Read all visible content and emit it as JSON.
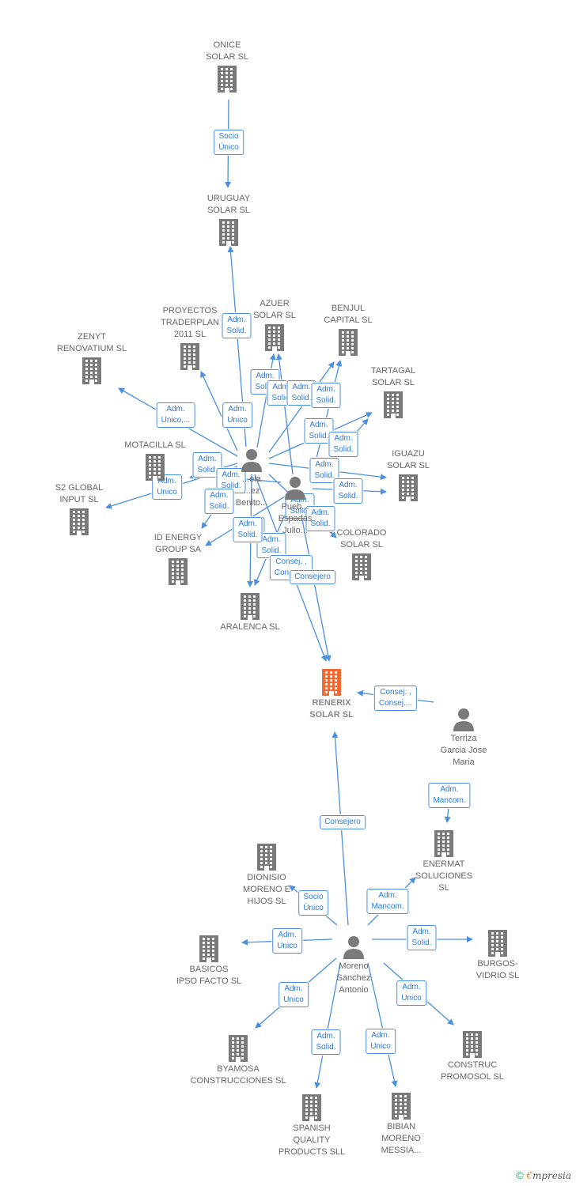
{
  "colors": {
    "edge": "#4a8fe0",
    "building": "#7a7a7a",
    "main_building": "#f06a35",
    "person": "#7a7a7a"
  },
  "nodes": [
    {
      "id": "onice",
      "label": "ONICE\nSOLAR  SL",
      "icon": "building"
    },
    {
      "id": "uruguay",
      "label": "URUGUAY\nSOLAR SL",
      "icon": "building"
    },
    {
      "id": "proyectos",
      "label": "PROYECTOS\nTRADERPLAN\n2011 SL",
      "icon": "building"
    },
    {
      "id": "azuer",
      "label": "AZUER\nSOLAR  SL",
      "icon": "building"
    },
    {
      "id": "benjul",
      "label": "BENJUL\nCAPITAL  SL",
      "icon": "building"
    },
    {
      "id": "zenyt",
      "label": "ZENYT\nRENOVATIUM SL",
      "icon": "building"
    },
    {
      "id": "tartagal",
      "label": "TARTAGAL\nSOLAR  SL",
      "icon": "building"
    },
    {
      "id": "motacilla",
      "label": "MOTACILLA SL",
      "icon": "building"
    },
    {
      "id": "iguazu",
      "label": "IGUAZU\nSOLAR  SL",
      "icon": "building"
    },
    {
      "id": "s2global",
      "label": "S2 GLOBAL\nINPUT  SL",
      "icon": "building"
    },
    {
      "id": "idenergy",
      "label": "ID ENERGY\nGROUP SA",
      "icon": "building"
    },
    {
      "id": "colorado",
      "label": "COLORADO\nSOLAR  SL",
      "icon": "building"
    },
    {
      "id": "aralenca",
      "label": "ARALENCA SL",
      "icon": "building"
    },
    {
      "id": "renerix",
      "label": "RENERIX\nSOLAR  SL",
      "icon": "building-main"
    },
    {
      "id": "terriza",
      "label": "Terriza\nGarcia Jose\nMaria",
      "icon": "person"
    },
    {
      "id": "enermat",
      "label": "ENERMAT\nSOLUCIONES\nSL",
      "icon": "building"
    },
    {
      "id": "dionisio",
      "label": "DIONISIO\nMORENO E\nHIJOS SL",
      "icon": "building"
    },
    {
      "id": "basicos",
      "label": "BASICOS\nIPSO FACTO SL",
      "icon": "building"
    },
    {
      "id": "moreno",
      "label": "Moreno\nSanchez\nAntonio",
      "icon": "person"
    },
    {
      "id": "burgos",
      "label": "BURGOS-\nVIDRIO  SL",
      "icon": "building"
    },
    {
      "id": "byamosa",
      "label": "BYAMOSA\nCONSTRUCCIONES SL",
      "icon": "building"
    },
    {
      "id": "construc",
      "label": "CONSTRUC\nPROMOSOL SL",
      "icon": "building"
    },
    {
      "id": "spanish",
      "label": "SPANISH\nQUALITY\nPRODUCTS SLL",
      "icon": "building"
    },
    {
      "id": "bibian",
      "label": "BIBIAN\nMORENO\nMESSIA...",
      "icon": "building"
    },
    {
      "id": "penela",
      "label": "...ela\n...ez\nBenito...",
      "icon": "person"
    },
    {
      "id": "puebla",
      "label": "Pueb...\nEspadas\nJulio...",
      "icon": "person"
    }
  ],
  "edges": [
    {
      "from": "onice",
      "to": "uruguay",
      "label": "Socio\nÚnico"
    },
    {
      "from": "penela",
      "to": "uruguay",
      "label": "Adm.\nSolid."
    },
    {
      "from": "penela",
      "to": "proyectos",
      "label": "Adm.\nUnico"
    },
    {
      "from": "penela",
      "to": "zenyt",
      "label": "Adm.\nUnico,..."
    },
    {
      "from": "penela",
      "to": "azuer",
      "label": "Adm.\nSolid."
    },
    {
      "from": "puebla",
      "to": "azuer",
      "label": "Adm.\nSolid."
    },
    {
      "from": "penela",
      "to": "benjul",
      "label": "Adm.\nSolid."
    },
    {
      "from": "puebla",
      "to": "benjul",
      "label": "Adm.\nSolid."
    },
    {
      "from": "penela",
      "to": "tartagal",
      "label": "Adm.\nSolid."
    },
    {
      "from": "puebla",
      "to": "tartagal",
      "label": "Adm.\nSolid."
    },
    {
      "from": "penela",
      "to": "iguazu",
      "label": "Adm.\nSolid."
    },
    {
      "from": "puebla",
      "to": "iguazu",
      "label": "Adm.\nSolid."
    },
    {
      "from": "penela",
      "to": "motacilla",
      "label": "Adm.\nSolid."
    },
    {
      "from": "puebla",
      "to": "motacilla",
      "label": "Adm.\nSolid."
    },
    {
      "from": "penela",
      "to": "s2global",
      "label": "Adm.\nUnico"
    },
    {
      "from": "penela",
      "to": "idenergy",
      "label": "Adm.\nSolid."
    },
    {
      "from": "puebla",
      "to": "idenergy",
      "label": "Adm.\nSolid."
    },
    {
      "from": "penela",
      "to": "colorado",
      "label": "Adm.\nSolid."
    },
    {
      "from": "puebla",
      "to": "colorado",
      "label": "Adm.\nSolid."
    },
    {
      "from": "penela",
      "to": "aralenca",
      "label": "Adm.\nSolid."
    },
    {
      "from": "puebla",
      "to": "aralenca",
      "label": "Adm.\nSolid."
    },
    {
      "from": "penela",
      "to": "renerix",
      "label": "Consej. ,\nConsej...."
    },
    {
      "from": "puebla",
      "to": "renerix",
      "label": "Consejero"
    },
    {
      "from": "terriza",
      "to": "renerix",
      "label": "Consej. ,\nConsej...."
    },
    {
      "from": "terriza",
      "to": "enermat",
      "label": "Adm.\nMancom."
    },
    {
      "from": "moreno",
      "to": "renerix",
      "label": "Consejero"
    },
    {
      "from": "moreno",
      "to": "enermat",
      "label": "Adm.\nMancom."
    },
    {
      "from": "moreno",
      "to": "dionisio",
      "label": "Socio\nÚnico"
    },
    {
      "from": "moreno",
      "to": "basicos",
      "label": "Adm.\nUnico"
    },
    {
      "from": "moreno",
      "to": "burgos",
      "label": "Adm.\nSolid."
    },
    {
      "from": "moreno",
      "to": "byamosa",
      "label": "Adm.\nUnico"
    },
    {
      "from": "moreno",
      "to": "construc",
      "label": "Adm.\nUnico"
    },
    {
      "from": "moreno",
      "to": "spanish",
      "label": "Adm.\nSolid."
    },
    {
      "from": "moreno",
      "to": "bibian",
      "label": "Adm.\nUnico"
    }
  ],
  "copyright": {
    "symbol": "©",
    "brand_first": "€",
    "brand_rest": "mpresia"
  }
}
